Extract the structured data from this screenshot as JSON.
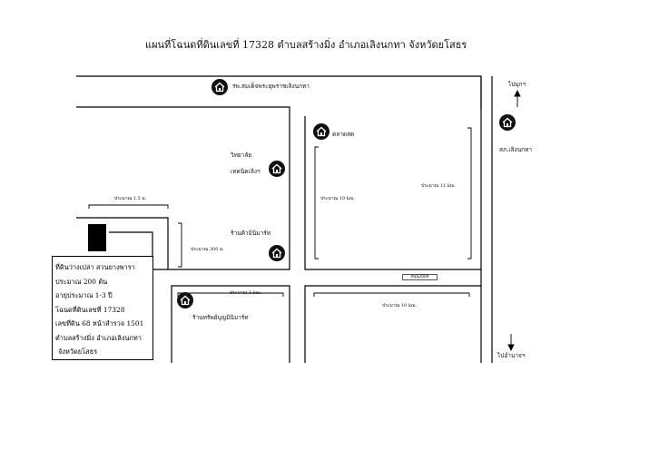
{
  "title": "แผนที่โฉนดที่ดินเลขที่ 17328 ตำบลสร้างมิ่ง  อำเภอเลิงนกทา จังหวัดยโสธร",
  "places": {
    "hospital": "รพ.สมเด็จพระยุพราชเลิงนกทา",
    "to_mukdahan": "ไปมุกฯ",
    "police_station": "สภ.เลิงนกทา",
    "market": "ตลาดสด",
    "college_line1": "วิทยาลัย",
    "college_line2": "เทคนิคเลิงฯ",
    "minimart1": "ร้านค้ามินิมาร์ท",
    "minimart2": "ร้านทรัพย์บุญมินิมาร์ท",
    "to_yasothon": "ไปอำนาจฯ"
  },
  "distances": {
    "top_1_5": "ประมาณ 1.5 ม.",
    "d_300": "ประมาณ 300 ม.",
    "d_3km": "ประมาณ 3 km.",
    "d_10km": "ประมาณ 10 km.",
    "d_10km_vertical": "ประมาณ 10 km.",
    "d_11km_vertical": "ประมาณ 11 km."
  },
  "road_sign": "ถนน2009",
  "info_box": {
    "lines": [
      "ที่ดินว่างเปล่า สวนยางพารา",
      "ประมาณ 200 ต้น",
      "อายุประมาณ 1-3 ปี",
      "โฉนดที่ดินเลขที่ 17328",
      "เลขที่ดิน 68  หน้าสำรวจ 1501",
      "ตำบลสร้างมิ่ง  อำเภอเลิงนกทา",
      "จังหวัดยโสธร"
    ]
  },
  "icons": [
    "home-icon-hospital",
    "home-icon-market",
    "home-icon-police",
    "home-icon-college",
    "home-icon-minimart1",
    "home-icon-minimart2"
  ],
  "colors": {
    "ink": "#000000",
    "icon_fill": "#111111",
    "paper": "#ffffff"
  }
}
